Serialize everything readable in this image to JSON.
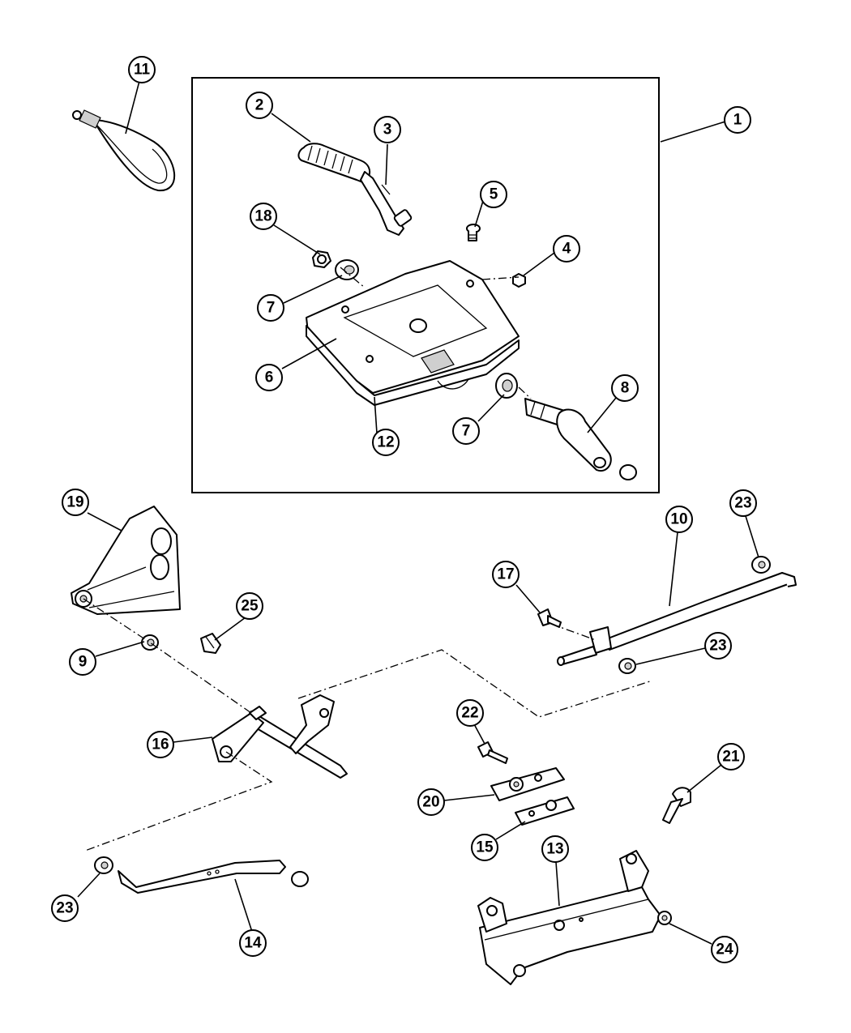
{
  "callouts": [
    {
      "id": "c1",
      "label": "1"
    },
    {
      "id": "c2",
      "label": "2"
    },
    {
      "id": "c3",
      "label": "3"
    },
    {
      "id": "c4",
      "label": "4"
    },
    {
      "id": "c5",
      "label": "5"
    },
    {
      "id": "c6",
      "label": "6"
    },
    {
      "id": "c7a",
      "label": "7"
    },
    {
      "id": "c7b",
      "label": "7"
    },
    {
      "id": "c8",
      "label": "8"
    },
    {
      "id": "c9",
      "label": "9"
    },
    {
      "id": "c10",
      "label": "10"
    },
    {
      "id": "c11",
      "label": "11"
    },
    {
      "id": "c12",
      "label": "12"
    },
    {
      "id": "c13",
      "label": "13"
    },
    {
      "id": "c14",
      "label": "14"
    },
    {
      "id": "c15",
      "label": "15"
    },
    {
      "id": "c16",
      "label": "16"
    },
    {
      "id": "c17",
      "label": "17"
    },
    {
      "id": "c18",
      "label": "18"
    },
    {
      "id": "c19",
      "label": "19"
    },
    {
      "id": "c20",
      "label": "20"
    },
    {
      "id": "c21",
      "label": "21"
    },
    {
      "id": "c22",
      "label": "22"
    },
    {
      "id": "c23a",
      "label": "23"
    },
    {
      "id": "c23b",
      "label": "23"
    },
    {
      "id": "c23c",
      "label": "23"
    },
    {
      "id": "c24",
      "label": "24"
    },
    {
      "id": "c25",
      "label": "25"
    }
  ]
}
